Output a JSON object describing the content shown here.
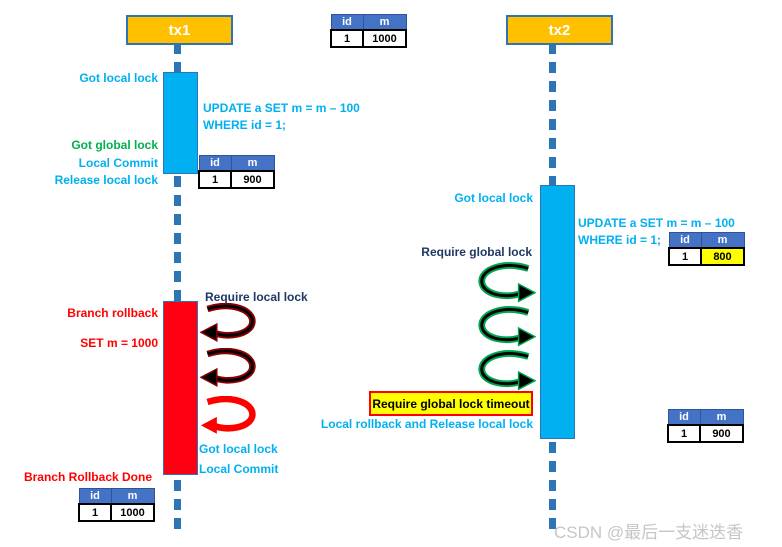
{
  "tx1": {
    "title": "tx1",
    "got_local_lock": "Got local lock",
    "sql_line1": "UPDATE a SET m = m – 100",
    "sql_line2": "WHERE id = 1;",
    "got_global_lock": "Got global lock",
    "local_commit": "Local Commit",
    "release_local_lock": "Release local lock",
    "branch_rollback": "Branch rollback",
    "set_m": "SET m = 1000",
    "require_local_lock": "Require local lock",
    "got_local_lock_2": "Got local lock",
    "local_commit_2": "Local Commit",
    "branch_rollback_done": "Branch Rollback Done"
  },
  "tx2": {
    "title": "tx2",
    "got_local_lock": "Got local lock",
    "sql_line1": "UPDATE a SET m = m – 100",
    "sql_line2": "WHERE id = 1;",
    "require_global_lock": "Require global lock",
    "timeout": "Require global lock timeout",
    "local_rollback": "Local rollback and Release local lock"
  },
  "table_headers": [
    "id",
    "m"
  ],
  "tables": {
    "initial": {
      "row": [
        "1",
        "1000"
      ]
    },
    "tx1_after": {
      "row": [
        "1",
        "900"
      ]
    },
    "tx2_after": {
      "row": [
        "1",
        "800"
      ],
      "highlight_cell": "m"
    },
    "tx2_final": {
      "row": [
        "1",
        "900"
      ]
    },
    "tx1_final": {
      "row": [
        "1",
        "1000"
      ]
    }
  },
  "colors": {
    "header_fill": "#FFC000",
    "activation_bar": "#00B0F0",
    "rollback_bar": "#FF0013",
    "lifeline": "#2E75B6",
    "table_header": "#4472C4",
    "highlight": "#FFFF00",
    "text_cyan": "#00B0F0",
    "text_green": "#00B050",
    "text_navy": "#1F3864",
    "text_red": "#FF0000"
  },
  "watermark": "CSDN @最后一支迷迭香"
}
